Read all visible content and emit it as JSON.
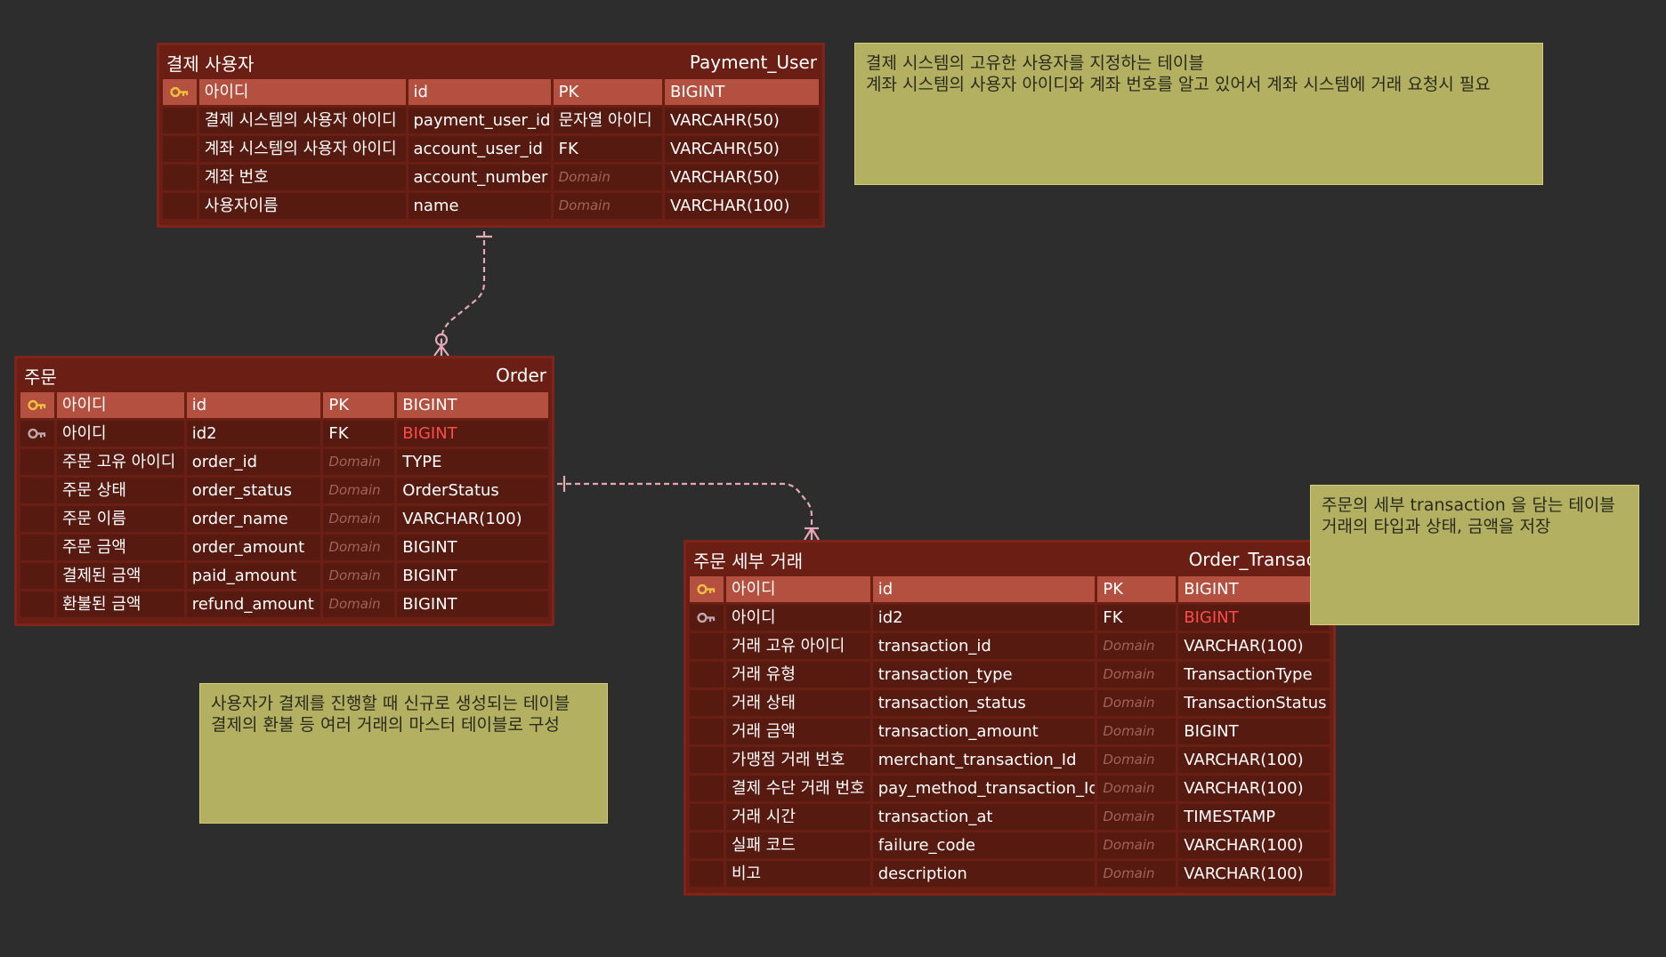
{
  "tables": [
    {
      "name_ko": "결제 사용자",
      "name_en": "Payment_User",
      "rows": [
        {
          "key": "pk",
          "logical": "아이디",
          "physical": "id",
          "key_label": "PK",
          "type": "BIGINT"
        },
        {
          "key": "",
          "logical": "결제 시스템의 사용자 아이디",
          "physical": "payment_user_id",
          "key_label": "문자열 아이디",
          "type": "VARCAHR(50)"
        },
        {
          "key": "",
          "logical": "계좌 시스템의 사용자 아이디",
          "physical": "account_user_id",
          "key_label": "FK",
          "type": "VARCAHR(50)"
        },
        {
          "key": "",
          "logical": "계좌 번호",
          "physical": "account_number",
          "key_label": "Domain",
          "type": "VARCHAR(50)"
        },
        {
          "key": "",
          "logical": "사용자이름",
          "physical": "name",
          "key_label": "Domain",
          "type": "VARCHAR(100)"
        }
      ]
    },
    {
      "name_ko": "주문",
      "name_en": "Order",
      "rows": [
        {
          "key": "pk",
          "logical": "아이디",
          "physical": "id",
          "key_label": "PK",
          "type": "BIGINT"
        },
        {
          "key": "fk",
          "logical": "아이디",
          "physical": "id2",
          "key_label": "FK",
          "type": "BIGINT"
        },
        {
          "key": "",
          "logical": "주문 고유 아이디",
          "physical": "order_id",
          "key_label": "Domain",
          "type": "TYPE"
        },
        {
          "key": "",
          "logical": "주문 상태",
          "physical": "order_status",
          "key_label": "Domain",
          "type": "OrderStatus"
        },
        {
          "key": "",
          "logical": "주문 이름",
          "physical": "order_name",
          "key_label": "Domain",
          "type": "VARCHAR(100)"
        },
        {
          "key": "",
          "logical": "주문 금액",
          "physical": "order_amount",
          "key_label": "Domain",
          "type": "BIGINT"
        },
        {
          "key": "",
          "logical": "결제된 금액",
          "physical": "paid_amount",
          "key_label": "Domain",
          "type": "BIGINT"
        },
        {
          "key": "",
          "logical": "환불된 금액",
          "physical": "refund_amount",
          "key_label": "Domain",
          "type": "BIGINT"
        }
      ]
    },
    {
      "name_ko": "주문 세부 거래",
      "name_en": "Order_Transacti",
      "rows": [
        {
          "key": "pk",
          "logical": "아이디",
          "physical": "id",
          "key_label": "PK",
          "type": "BIGINT"
        },
        {
          "key": "fk",
          "logical": "아이디",
          "physical": "id2",
          "key_label": "FK",
          "type": "BIGINT"
        },
        {
          "key": "",
          "logical": "거래 고유 아이디",
          "physical": "transaction_id",
          "key_label": "Domain",
          "type": "VARCHAR(100)"
        },
        {
          "key": "",
          "logical": "거래 유형",
          "physical": "transaction_type",
          "key_label": "Domain",
          "type": "TransactionType"
        },
        {
          "key": "",
          "logical": "거래 상태",
          "physical": "transaction_status",
          "key_label": "Domain",
          "type": "TransactionStatus"
        },
        {
          "key": "",
          "logical": "거래 금액",
          "physical": "transaction_amount",
          "key_label": "Domain",
          "type": "BIGINT"
        },
        {
          "key": "",
          "logical": "가맹점 거래 번호",
          "physical": "merchant_transaction_Id",
          "key_label": "Domain",
          "type": "VARCHAR(100)"
        },
        {
          "key": "",
          "logical": "결제 수단 거래 번호",
          "physical": "pay_method_transaction_Id",
          "key_label": "Domain",
          "type": "VARCHAR(100)"
        },
        {
          "key": "",
          "logical": "거래 시간",
          "physical": "transaction_at",
          "key_label": "Domain",
          "type": "TIMESTAMP"
        },
        {
          "key": "",
          "logical": "실패 코드",
          "physical": "failure_code",
          "key_label": "Domain",
          "type": "VARCHAR(100)"
        },
        {
          "key": "",
          "logical": "비고",
          "physical": "description",
          "key_label": "Domain",
          "type": "VARCHAR(100)"
        }
      ]
    }
  ],
  "notes": [
    {
      "text": "결제 시스템의 고유한 사용자를 지정하는 테이블\n계좌 시스템의 사용자 아이디와 계좌 번호를 알고 있어서 계좌 시스템에 거래 요청시 필요"
    },
    {
      "text": "사용자가 결제를 진행할 때 신규로 생성되는 테이블\n결제의 환불 등 여러 거래의 마스터 테이블로 구성"
    },
    {
      "text": "주문의 세부 transaction 을 담는 테이블\n거래의 타입과 상태, 금액을 저장"
    }
  ],
  "relations": [
    {
      "from": "Payment_User",
      "to": "Order",
      "style": "dashed",
      "from_end": "one",
      "to_end": "zero-or-many"
    },
    {
      "from": "Order",
      "to": "Order_Transacti",
      "style": "dashed",
      "from_end": "one",
      "to_end": "many"
    }
  ],
  "colors": {
    "background": "#2d2d2d",
    "table_header": "#6b1f14",
    "table_cell": "#561a11",
    "pk_row": "#b4503f",
    "fk_type": "#ff4a4a",
    "note": "#b3b061",
    "connector": "#e6a8b4",
    "pk_icon": "#f0c040",
    "fk_icon": "#c0a8aa"
  }
}
